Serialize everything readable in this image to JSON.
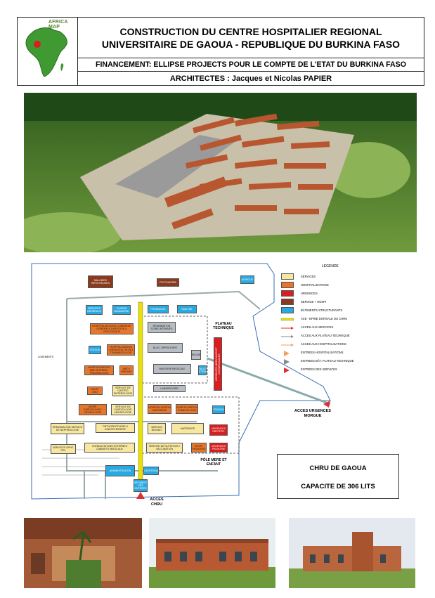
{
  "header": {
    "logo_label": "AFRICA MAP",
    "title": "CONSTRUCTION DU CENTRE HOSPITALIER REGIONAL UNIVERSITAIRE DE GAOUA - REPUBLIQUE DU BURKINA FASO",
    "financement": "FINANCEMENT: ELLIPSE PROJECTS POUR LE COMPTE DE L'ETAT DU BURKINA FASO",
    "architectes": "ARCHITECTES : Jacques et Nicolas PAPIER"
  },
  "plan": {
    "legend_title": "LEGENDE",
    "legend": [
      {
        "label": "SERVICES",
        "kind": "swatch",
        "color": "#f7e7a0"
      },
      {
        "label": "HOSPITALISATIONS",
        "kind": "swatch",
        "color": "#e8762a"
      },
      {
        "label": "URGENCES",
        "kind": "swatch",
        "color": "#d81e1e"
      },
      {
        "label": "SERVICE + HOSPI",
        "kind": "swatch",
        "color": "#8b3a1e"
      },
      {
        "label": "BÂTIMENTS STRUCTURANTS",
        "kind": "swatch",
        "color": "#2aa8e0"
      },
      {
        "label": "AXE - EPINE DORSALE DU CHRU",
        "kind": "axis",
        "color": "#e8e000"
      },
      {
        "label": "ACCES AUX SERVICES",
        "kind": "arrow",
        "color": "#e03030"
      },
      {
        "label": "ACCES AUX PLATEAU TECHNIQUE",
        "kind": "arrow",
        "color": "#888888"
      },
      {
        "label": "ACCES AUX HOSPITALISATIONS",
        "kind": "arrow",
        "color": "#f0a060"
      },
      {
        "label": "ENTREES HOSPITALISATIONS",
        "kind": "tri",
        "color": "#f0a060"
      },
      {
        "label": "ENTREES BÂT. PLATEAU TECHNIQUE",
        "kind": "tri",
        "color": "#888888"
      },
      {
        "label": "ENTREES DES SERVICES",
        "kind": "tri",
        "color": "#e03030"
      }
    ],
    "zones": {
      "plateau": "PLATEAU TECHNIQUE",
      "pole": "PÔLE MERE ET ENFANT",
      "logements": "LOGEMENTS",
      "acces_urgences": "ACCES URGENCES MORGUE",
      "acces_chru": "ACCES CHRU"
    },
    "blocks": {
      "maladies": "MALADIES INFECTIEUSES",
      "psychiatrie": "PSYCHIATRIE",
      "morgue": "MORGUE",
      "services_generaux": "SERVICES GÉNÉRAUX",
      "cuisine": "CUISINE BUANDERIE",
      "pharmacie": "PHARMACIE",
      "dialyse": "DIALYSE",
      "hospi_chir": "HOSPITALISATIONS CHIRURGIE GÉNÉRALE DIGESTIVE & UROLOGIQUE",
      "reanimation": "REANIMATION SOINS INTENSIFS",
      "station": "STATION",
      "hospi_ortho": "HOSPITALISATION CHIRURGIE ORTHO TRAUMATOLOGIE",
      "bloc": "BLOC OPERATOIRE",
      "sterilisation": "STERILISATION",
      "hospi_med": "HOSPITALISATION MED INTERNE / PNEUMOLOGIE",
      "med_pneumo": "MED / PNEUMO",
      "imagerie": "IMAGERIE MEDICALE",
      "salle_attente": "SALLE D'ATTENTE",
      "urgences_vert": "URGENCES MEDICALES ET CHIRURGICALES",
      "hospi_gsd": "HOSPI. GSD",
      "gastro": "SERVICE DE GASTRO ENTEROLOGIE",
      "laboratoire": "LABORATOIRE",
      "hospi_cardio": "HOSPI. CARDIOLOGIE / NEUROLOGIE",
      "service_cardio": "SERVICE DE CARDIOLOGIE NEUROLOGIE",
      "hospi_maternite": "HOSPITALISATION MATERNITE",
      "hospi_gyneco": "HOSPITALISATION GYNECOLOGIE",
      "station2": "STATION",
      "hemodialyse": "HEMODIALYSE SERVICE DE NEPHROLOGIE",
      "ortho_prothese": "ORTHOPROTHESE & KINESITHERAPIE",
      "service_neonat": "SERVICE NEONAT",
      "maternite": "MATERNITE",
      "urgences_obst": "URGENCES OBSTETR.",
      "services_orl": "SERVICES OPHT. ORL",
      "consultations": "CONSULTATIONS EXTERNES CABINETS MEDICAUX",
      "nutrition": "SERVICE DE NUTRITION / VACCINATION",
      "hospi_pediatrie": "HOSPI. PEDIATRIE",
      "urgences_ped": "URGENCES PEDIATRIE",
      "administration": "ADMINISTRATION",
      "cafeteria": "CAFETERIA",
      "batiment_entrees": "BÂTIMENT DES ENTREES"
    },
    "chru_name": "CHRU DE GAOUA",
    "chru_capacity": "CAPACITE DE 306 LITS"
  },
  "images": {
    "aerial": "aerial-render-of-hospital-campus",
    "photo_1": "interior-courtyard-render",
    "photo_2": "building-facade-render",
    "photo_3": "building-side-render"
  }
}
